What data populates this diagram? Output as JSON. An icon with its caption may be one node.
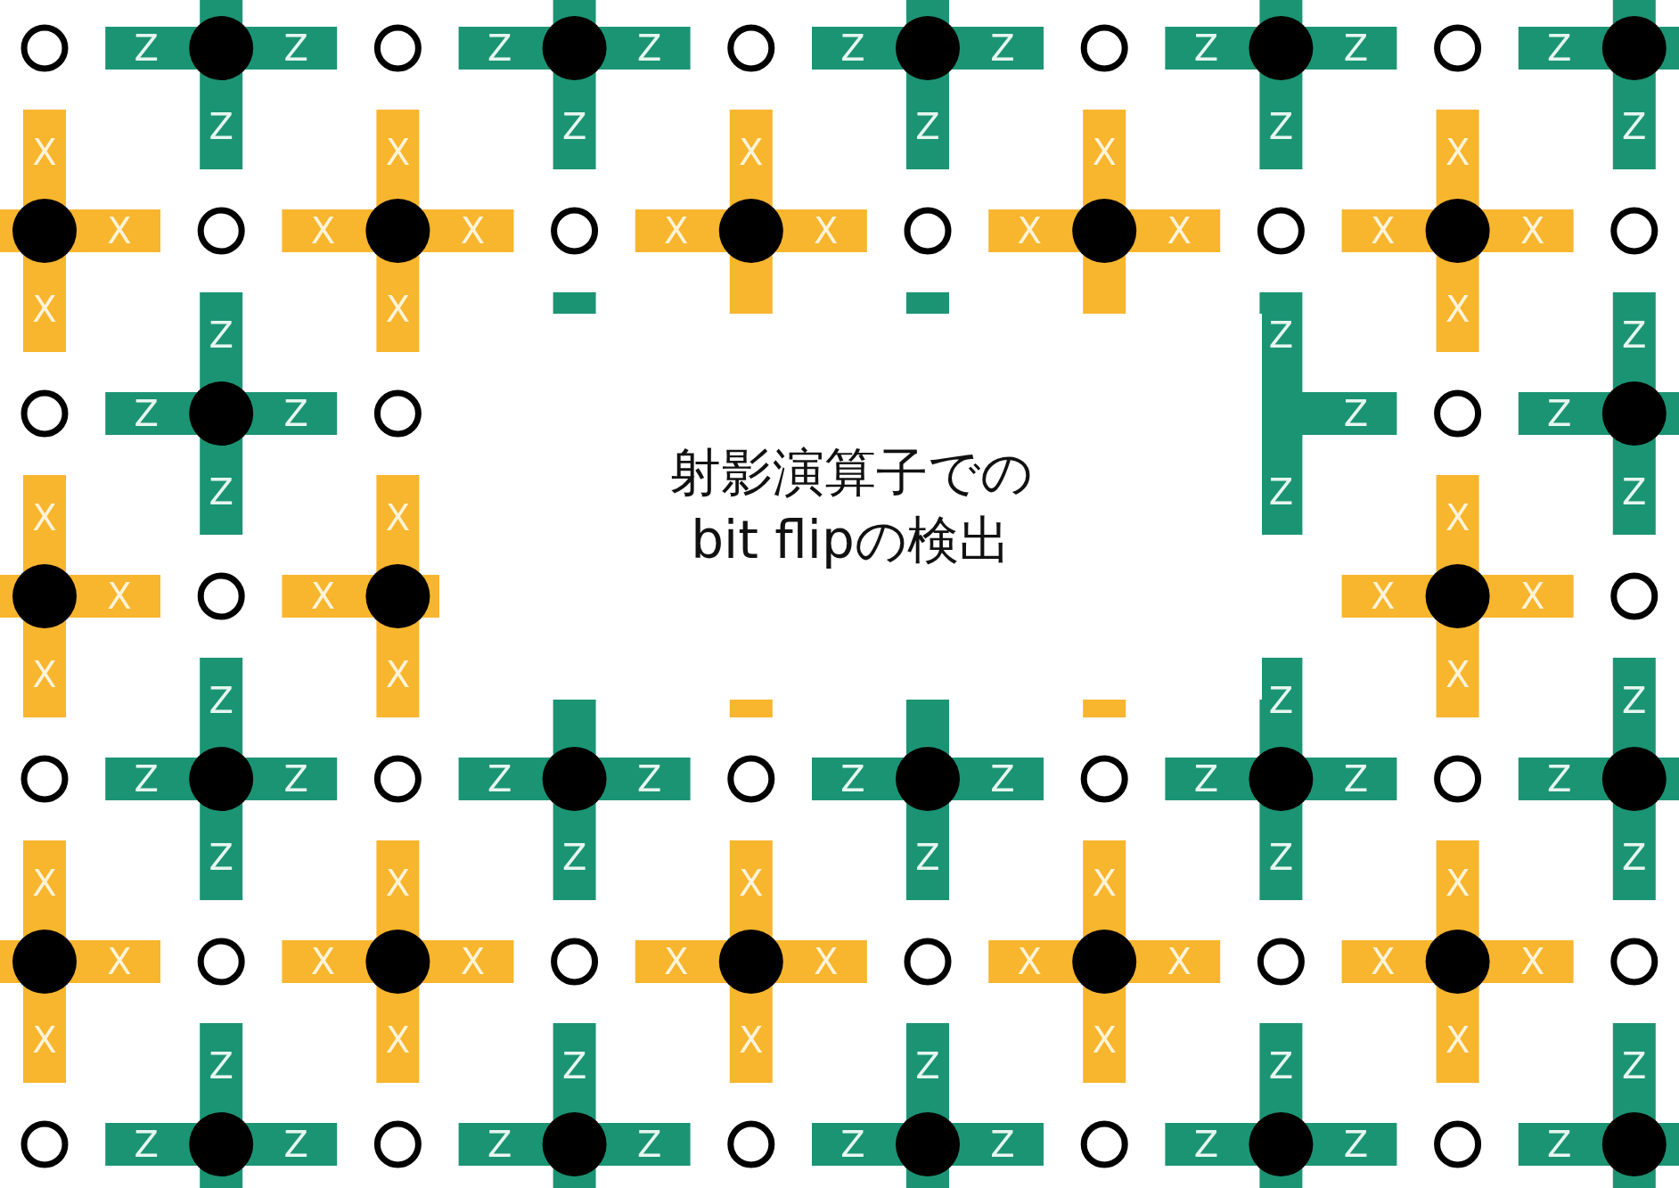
{
  "diagram": {
    "nodes": [
      {
        "text": [
          "射影演算子でのbit flipの検出"
        ]
      }
    ],
    "labels": [
      "Z",
      "Z",
      "Z",
      "Z",
      "Z",
      "Z",
      "Z",
      "Z",
      "Z",
      "Z",
      "Z",
      "Z",
      "Z",
      "Z",
      "X",
      "X",
      "X",
      "X",
      "X",
      "X",
      "X",
      "X",
      "X",
      "X",
      "X",
      "X",
      "X",
      "X",
      "X",
      "X",
      "X",
      "Z",
      "Z",
      "Z",
      "Z",
      "Z",
      "Z",
      "Z",
      "Z",
      "Z",
      "Z",
      "X",
      "X",
      "X",
      "X",
      "X",
      "X",
      "X",
      "X",
      "X",
      "X",
      "Z",
      "Z",
      "Z",
      "Z",
      "Z",
      "Z",
      "Z",
      "Z",
      "Z",
      "Z",
      "Z",
      "Z",
      "Z",
      "Z",
      "Z",
      "Z",
      "Z",
      "X",
      "X",
      "X",
      "X",
      "X",
      "X",
      "X",
      "X",
      "X",
      "X",
      "X",
      "X",
      "X",
      "X",
      "X",
      "X",
      "X",
      "X",
      "X",
      "Z",
      "Z",
      "Z",
      "Z",
      "Z",
      "Z",
      "Z",
      "Z",
      "Z",
      "Z",
      "Z",
      "Z",
      "Z",
      "Z"
    ]
  }
}
